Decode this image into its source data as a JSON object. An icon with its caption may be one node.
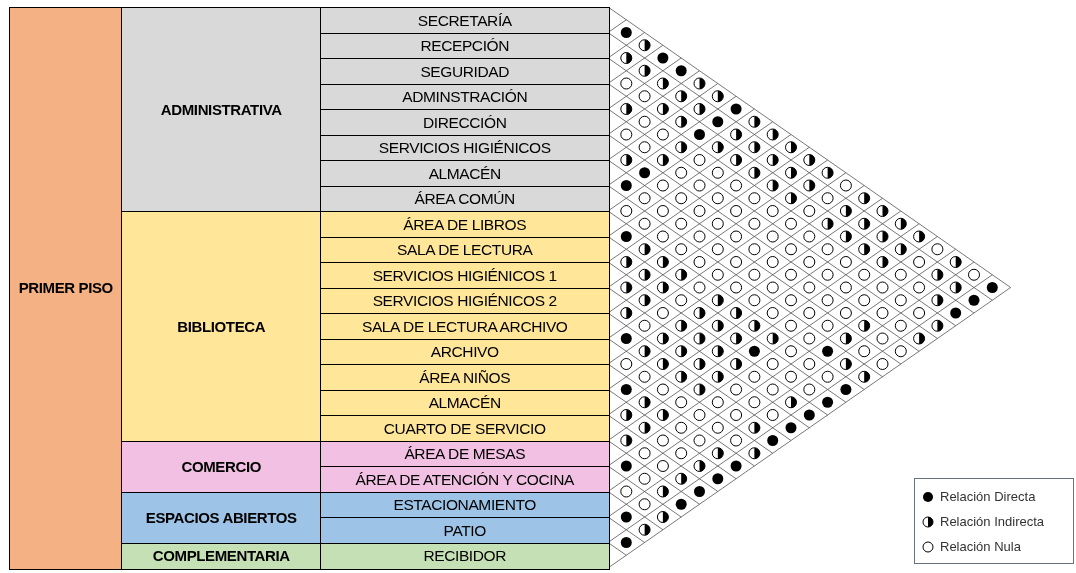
{
  "diagram": {
    "nodes": [
      {
        "text": [
          "PRIMER PISO"
        ]
      },
      {
        "text": [
          "ADMINISTRATIVA"
        ]
      },
      {
        "text": [
          "SECRETARÍA"
        ]
      },
      {
        "text": [
          "RECEPCIÓN"
        ]
      },
      {
        "text": [
          "SEGURIDAD"
        ]
      },
      {
        "text": [
          "ADMINSTRACIÓN"
        ]
      },
      {
        "text": [
          "DIRECCIÓN"
        ]
      },
      {
        "text": [
          "SERVICIOS HIGIÉNICOS"
        ]
      },
      {
        "text": [
          "ALMACÉN"
        ]
      },
      {
        "text": [
          "ÁREA COMÚN"
        ]
      },
      {
        "text": [
          "BIBLIOTECA"
        ]
      },
      {
        "text": [
          "ÁREA DE LIBROS"
        ]
      },
      {
        "text": [
          "SALA DE LECTURA"
        ]
      },
      {
        "text": [
          "SERVICIOS HIGIÉNICOS 1"
        ]
      },
      {
        "text": [
          "SERVICIOS HIGIÉNICOS 2"
        ]
      },
      {
        "text": [
          "SALA DE LECTURA ARCHIVO"
        ]
      },
      {
        "text": [
          "ARCHIVO"
        ]
      },
      {
        "text": [
          "ÁREA NIÑOS"
        ]
      },
      {
        "text": [
          "ALMACÉN"
        ]
      },
      {
        "text": [
          "CUARTO DE SERVICIO"
        ]
      },
      {
        "text": [
          "COMERCIO"
        ]
      },
      {
        "text": [
          "ÁREA DE MESAS"
        ]
      },
      {
        "text": [
          "ÁREA DE ATENCIÓN Y COCINA"
        ]
      },
      {
        "text": [
          "ESPACIOS ABIERTOS"
        ]
      },
      {
        "text": [
          "ESTACIONAMIENTO"
        ]
      },
      {
        "text": [
          "PATIO"
        ]
      },
      {
        "text": [
          "COMPLEMENTARIA"
        ]
      },
      {
        "text": [
          "RECIBIDOR"
        ]
      }
    ],
    "legend": [
      {
        "text": "Relación Directa"
      },
      {
        "text": "Relación Indirecta"
      },
      {
        "text": "Relación Nula"
      }
    ]
  }
}
